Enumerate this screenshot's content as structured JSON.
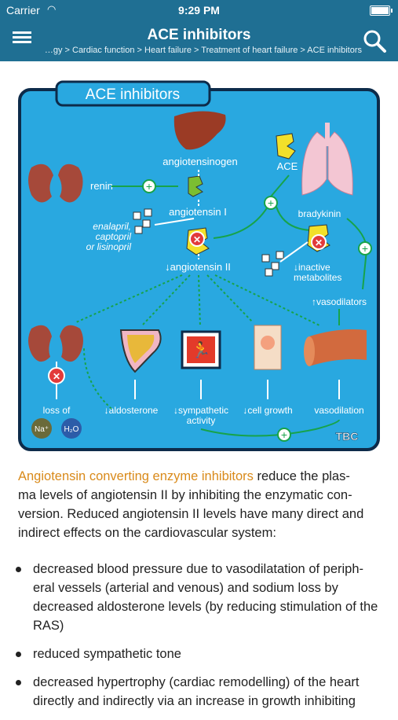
{
  "status": {
    "carrier": "Carrier",
    "time": "9:29 PM",
    "battery_level": 0.9
  },
  "nav": {
    "title": "ACE inhibitors",
    "breadcrumb": "…gy > Cardiac function > Heart failure > Treatment of heart failure > ACE inhibitors"
  },
  "figure": {
    "title": "ACE inhibitors",
    "angiotensinogen": "angiotensinogen",
    "renin": "renin",
    "ace": "ACE",
    "angiotensin1": "angiotensin I",
    "drugs1": "enalapril,",
    "drugs2": "captopril",
    "drugs3": "or lisinopril",
    "angiotensin2": "↓angiotensin II",
    "bradykinin": "bradykinin",
    "inactive1": "↓inactive",
    "inactive2": "metabolites",
    "vasodilators": "↑vasodilators",
    "loss_of": "loss of",
    "na": "Na⁺",
    "h2o": "H₂O",
    "aldosterone": "↓aldosterone",
    "symp1": "↓sympathetic",
    "symp2": "activity",
    "cell": "↓cell growth",
    "vasodilation": "vasodilation",
    "plus": "+",
    "logo": "TBC"
  },
  "content": {
    "link_text": "Angiotensin converting enzyme inhibitors",
    "para_l1": " reduce the plas-",
    "para_l2": "ma levels of angiotensin II by inhibiting the enzymatic con-",
    "para_l3": "version. Reduced angiotensin II levels have many direct and",
    "para_l4": "indirect effects on the cardiovascular system:",
    "bullets": [
      "decreased blood pressure due to vasodilatation of periph-eral vessels (arterial and venous) and sodium loss by decreased aldosterone levels (by reducing stimulation of the RAS)",
      "reduced sympathetic tone",
      "decreased hypertrophy (cardiac remodelling) of the heart directly and indirectly via an increase in growth inhibiting"
    ]
  }
}
